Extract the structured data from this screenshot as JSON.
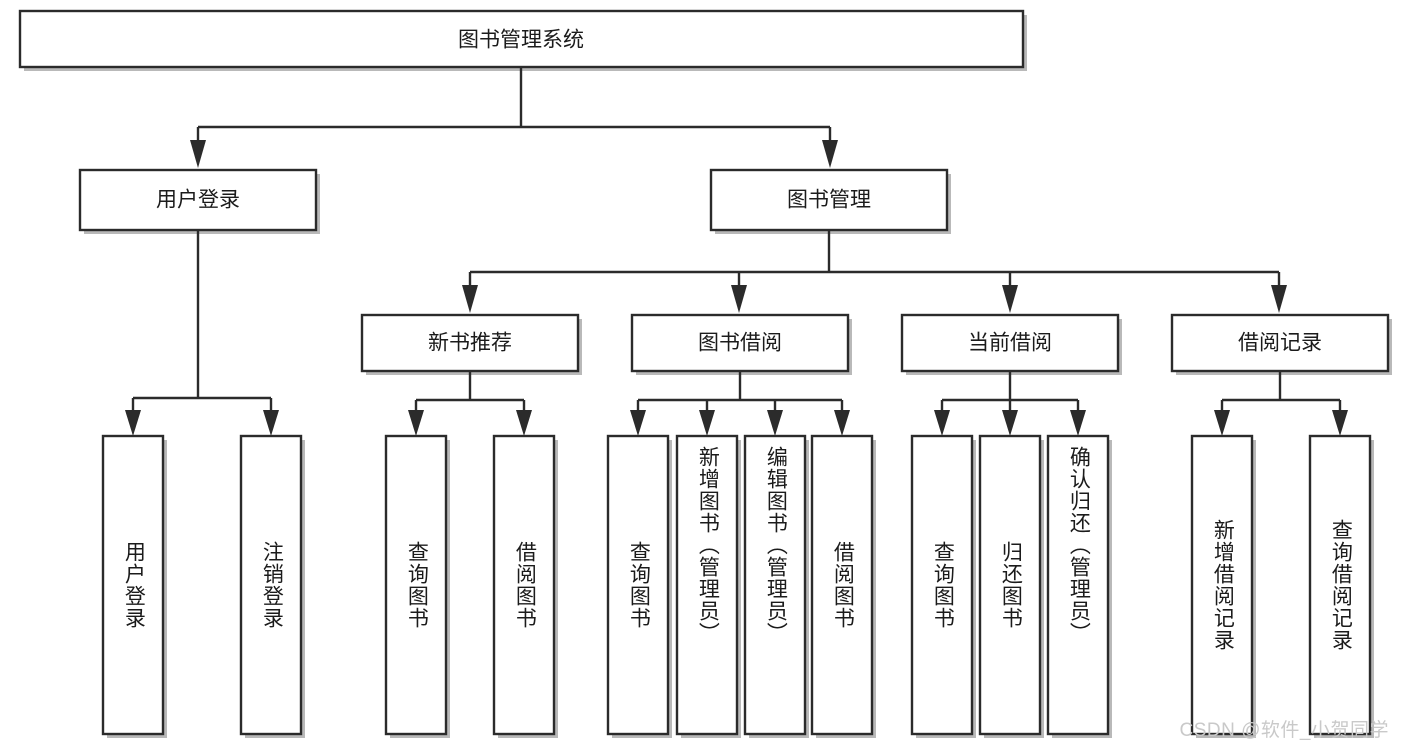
{
  "diagram": {
    "type": "tree",
    "title": "图书管理系统",
    "watermark": "CSDN @软件_小贺同学",
    "colors": {
      "stroke": "#2b2b2b",
      "fill": "#ffffff",
      "text": "#1b1b1b",
      "watermark": "#c9c9c9",
      "shadow": "#b9b9b9"
    },
    "root": {
      "label": "图书管理系统"
    },
    "level2": [
      {
        "label": "用户登录"
      },
      {
        "label": "图书管理"
      }
    ],
    "level3": [
      {
        "label": "新书推荐"
      },
      {
        "label": "图书借阅"
      },
      {
        "label": "当前借阅"
      },
      {
        "label": "借阅记录"
      }
    ],
    "leaves": {
      "user_login": [
        {
          "label": "用户登录"
        },
        {
          "label": "注销登录"
        }
      ],
      "new_book_recommend": [
        {
          "label": "查询图书"
        },
        {
          "label": "借阅图书"
        }
      ],
      "book_borrow": [
        {
          "label": "查询图书"
        },
        {
          "label": "新增图书（管理员）"
        },
        {
          "label": "编辑图书（管理员）"
        },
        {
          "label": "借阅图书"
        }
      ],
      "current_borrow": [
        {
          "label": "查询图书"
        },
        {
          "label": "归还图书"
        },
        {
          "label": "确认归还（管理员）"
        }
      ],
      "borrow_record": [
        {
          "label": "新增借阅记录"
        },
        {
          "label": "查询借阅记录"
        }
      ]
    }
  }
}
